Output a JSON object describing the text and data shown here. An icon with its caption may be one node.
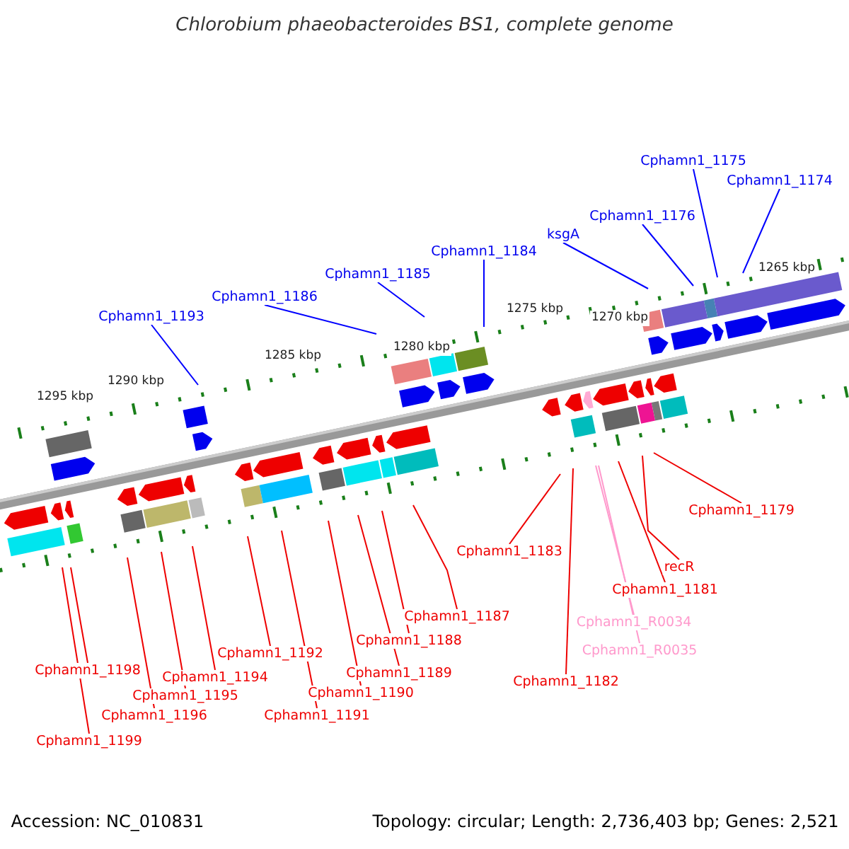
{
  "diagram": {
    "title": "Chlorobium phaeobacteroides BS1, complete genome",
    "nodes": [
      {
        "text": [
          "Cphamn1_1175"
        ]
      },
      {
        "text": [
          "Cphamn1_1174"
        ]
      },
      {
        "text": [
          "Cphamn1_1176"
        ]
      },
      {
        "text": [
          "ksgA"
        ]
      },
      {
        "text": [
          "Cphamn1_1184"
        ]
      },
      {
        "text": [
          "Cphamn1_1185"
        ]
      },
      {
        "text": [
          "Cphamn1_1186"
        ]
      },
      {
        "text": [
          "Cphamn1_1193"
        ]
      },
      {
        "text": [
          "Cphamn1_1179"
        ]
      },
      {
        "text": [
          "Cphamn1_1183"
        ]
      },
      {
        "text": [
          "recR"
        ]
      },
      {
        "text": [
          "Cphamn1_1181"
        ]
      },
      {
        "text": [
          "Cphamn1_R0034"
        ]
      },
      {
        "text": [
          "Cphamn1_R0035"
        ]
      },
      {
        "text": [
          "Cphamn1_1182"
        ]
      },
      {
        "text": [
          "Cphamn1_1187"
        ]
      },
      {
        "text": [
          "Cphamn1_1188"
        ]
      },
      {
        "text": [
          "Cphamn1_1189"
        ]
      },
      {
        "text": [
          "Cphamn1_1190"
        ]
      },
      {
        "text": [
          "Cphamn1_1192"
        ]
      },
      {
        "text": [
          "Cphamn1_1191"
        ]
      },
      {
        "text": [
          "Cphamn1_1194"
        ]
      },
      {
        "text": [
          "Cphamn1_1195"
        ]
      },
      {
        "text": [
          "Cphamn1_1196"
        ]
      },
      {
        "text": [
          "Cphamn1_1198"
        ]
      },
      {
        "text": [
          "Cphamn1_1199"
        ]
      }
    ],
    "edges": [
      {
        "from": 0,
        "to": null,
        "arrow": "none",
        "color": "#0000ff"
      },
      {
        "from": 1,
        "to": null,
        "arrow": "none",
        "color": "#0000ff"
      },
      {
        "from": 2,
        "to": null,
        "arrow": "none",
        "color": "#0000ff"
      },
      {
        "from": 3,
        "to": null,
        "arrow": "none",
        "color": "#0000ff"
      },
      {
        "from": 4,
        "to": null,
        "arrow": "none",
        "color": "#0000ff"
      },
      {
        "from": 5,
        "to": null,
        "arrow": "none",
        "color": "#0000ff"
      },
      {
        "from": 6,
        "to": null,
        "arrow": "none",
        "color": "#0000ff"
      },
      {
        "from": 7,
        "to": null,
        "arrow": "none",
        "color": "#0000ff"
      },
      {
        "from": 8,
        "to": null,
        "arrow": "none"
      },
      {
        "from": 9,
        "to": null,
        "arrow": "none"
      },
      {
        "from": 10,
        "to": null,
        "arrow": "none"
      },
      {
        "from": 11,
        "to": null,
        "arrow": "none"
      },
      {
        "from": 12,
        "to": null,
        "arrow": "none",
        "color": "#ff99cc"
      },
      {
        "from": 13,
        "to": null,
        "arrow": "none",
        "color": "#ff99cc"
      },
      {
        "from": 14,
        "to": null,
        "arrow": "none"
      },
      {
        "from": 15,
        "to": null,
        "arrow": "none"
      },
      {
        "from": 16,
        "to": null,
        "arrow": "none"
      },
      {
        "from": 17,
        "to": null,
        "arrow": "none"
      },
      {
        "from": 18,
        "to": null,
        "arrow": "none"
      },
      {
        "from": 19,
        "to": null,
        "arrow": "none"
      },
      {
        "from": 20,
        "to": null,
        "arrow": "none"
      },
      {
        "from": 21,
        "to": null,
        "arrow": "none"
      },
      {
        "from": 22,
        "to": null,
        "arrow": "none"
      },
      {
        "from": 23,
        "to": null,
        "arrow": "none"
      },
      {
        "from": 24,
        "to": null,
        "arrow": "none"
      },
      {
        "from": 25,
        "to": null,
        "arrow": "none"
      }
    ],
    "labels": [
      "1265 kbp",
      "1270 kbp",
      "1275 kbp",
      "1280 kbp",
      "1285 kbp",
      "1290 kbp",
      "1295 kbp",
      "Accession: NC_010831",
      "Topology: circular; Length: 2,736,403 bp; Genes: 2,521"
    ]
  }
}
